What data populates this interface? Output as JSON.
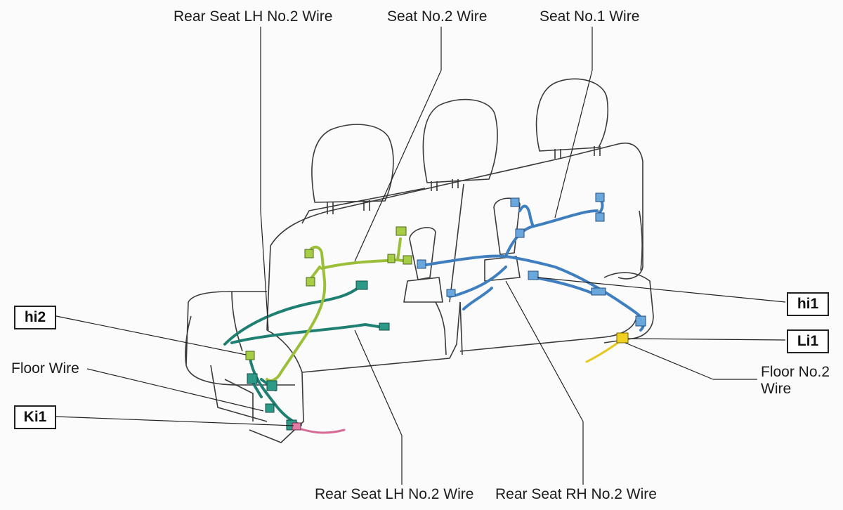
{
  "labels": {
    "top_left": "Rear Seat LH No.2 Wire",
    "top_middle": "Seat No.2 Wire",
    "top_right": "Seat No.1 Wire",
    "floor_wire": "Floor Wire",
    "floor_no2_line1": "Floor No.2",
    "floor_no2_line2": "Wire",
    "bottom_left": "Rear Seat LH No.2 Wire",
    "bottom_right": "Rear Seat RH No.2 Wire"
  },
  "connectors": {
    "hi2": "hi2",
    "ki1": "Ki1",
    "hi1": "hi1",
    "li1": "Li1"
  },
  "colors": {
    "outline": "#3a3a3a",
    "lh_wire_teal": "#1f7f72",
    "seat_no2_green": "#9cbf3a",
    "seat_no1_blue": "#3f7fc0",
    "floor_no2_yellow": "#e6c81e",
    "ki1_pink": "#d66a95"
  }
}
